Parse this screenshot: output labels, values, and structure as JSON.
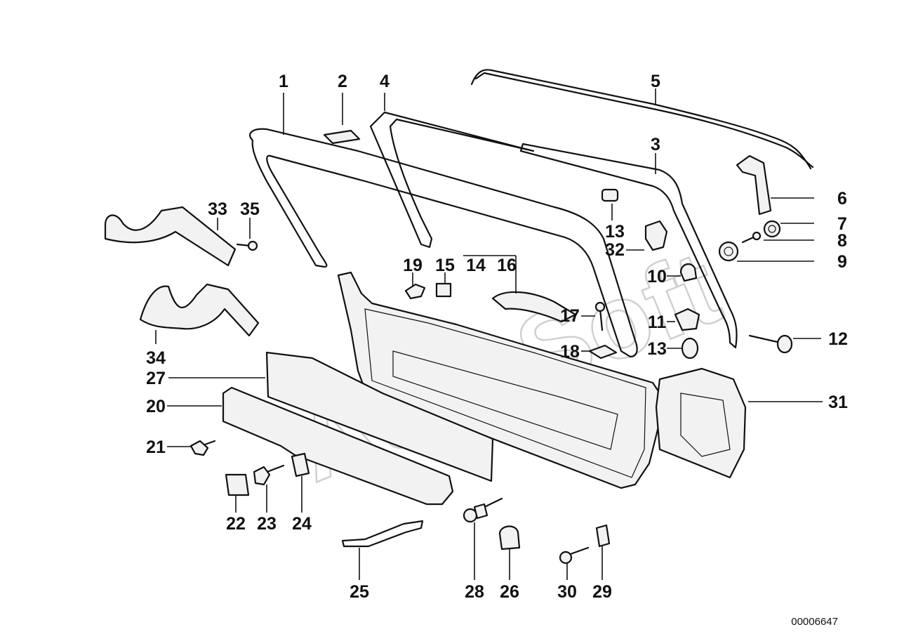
{
  "callouts": [
    {
      "label": "1"
    },
    {
      "label": "2"
    },
    {
      "label": "4"
    },
    {
      "label": "5"
    },
    {
      "label": "3"
    },
    {
      "label": "6"
    },
    {
      "label": "7"
    },
    {
      "label": "8"
    },
    {
      "label": "9"
    },
    {
      "label": "33"
    },
    {
      "label": "35"
    },
    {
      "label": "13"
    },
    {
      "label": "32"
    },
    {
      "label": "19"
    },
    {
      "label": "15"
    },
    {
      "label": "14"
    },
    {
      "label": "16"
    },
    {
      "label": "10"
    },
    {
      "label": "17"
    },
    {
      "label": "11"
    },
    {
      "label": "12"
    },
    {
      "label": "18"
    },
    {
      "label": "13"
    },
    {
      "label": "34"
    },
    {
      "label": "27"
    },
    {
      "label": "31"
    },
    {
      "label": "20"
    },
    {
      "label": "21"
    },
    {
      "label": "22"
    },
    {
      "label": "23"
    },
    {
      "label": "24"
    },
    {
      "label": "25"
    },
    {
      "label": "28"
    },
    {
      "label": "26"
    },
    {
      "label": "30"
    },
    {
      "label": "29"
    }
  ],
  "watermark": "AutoSoft",
  "document_number": "00006647"
}
